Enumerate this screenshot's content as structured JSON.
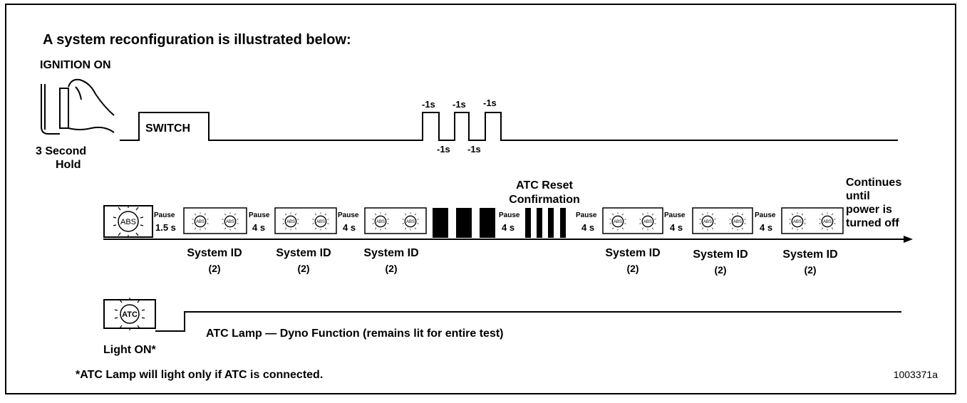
{
  "heading": "A system reconfiguration is illustrated below:",
  "ignition_label": "IGNITION ON",
  "hold_line1": "3 Second",
  "hold_line2": "Hold",
  "switch_label": "SWITCH",
  "pulse_label": "-1s",
  "lamp_text_abs": "ABS",
  "lamp_text_atc": "ATC",
  "pause_word": "Pause",
  "pauses": [
    "1.5 s",
    "4 s",
    "4 s",
    "4 s",
    "4 s",
    "4 s",
    "4 s"
  ],
  "system_id_label": "System ID",
  "system_id_count": "(2)",
  "atc_reset_line1": "ATC Reset",
  "atc_reset_line2": "Confirmation",
  "continues": [
    "Continues",
    "until",
    "power is",
    "turned off"
  ],
  "atc_lamp_label": "ATC Lamp — Dyno Function (remains lit for entire test)",
  "light_on": "Light ON*",
  "footnote": "*ATC Lamp will light only if ATC is connected.",
  "figure_id": "1003371a"
}
